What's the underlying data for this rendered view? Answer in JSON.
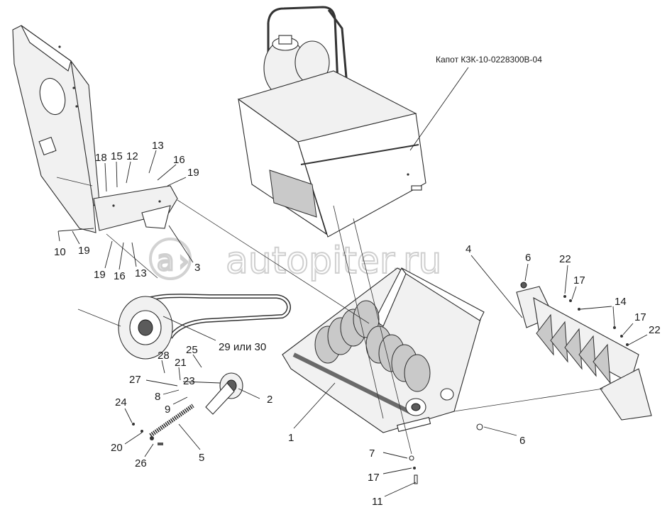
{
  "caption": "Капот КЗК-10-0228300В-04",
  "watermark": "autopiter.ru",
  "labels": [
    {
      "id": "l18",
      "text": "18"
    },
    {
      "id": "l15",
      "text": "15"
    },
    {
      "id": "l12",
      "text": "12"
    },
    {
      "id": "l13a",
      "text": "13"
    },
    {
      "id": "l16a",
      "text": "16"
    },
    {
      "id": "l19a",
      "text": "19"
    },
    {
      "id": "l10",
      "text": "10"
    },
    {
      "id": "l19b",
      "text": "19"
    },
    {
      "id": "l19c",
      "text": "19"
    },
    {
      "id": "l16b",
      "text": "16"
    },
    {
      "id": "l13b",
      "text": "13"
    },
    {
      "id": "l3",
      "text": "3"
    },
    {
      "id": "l4",
      "text": "4"
    },
    {
      "id": "l6a",
      "text": "6"
    },
    {
      "id": "l22a",
      "text": "22"
    },
    {
      "id": "l17a",
      "text": "17"
    },
    {
      "id": "l14",
      "text": "14"
    },
    {
      "id": "l17b",
      "text": "17"
    },
    {
      "id": "l22b",
      "text": "22"
    },
    {
      "id": "l29",
      "text": "29 или 30"
    },
    {
      "id": "l28",
      "text": "28"
    },
    {
      "id": "l25",
      "text": "25"
    },
    {
      "id": "l21",
      "text": "21"
    },
    {
      "id": "l27",
      "text": "27"
    },
    {
      "id": "l23",
      "text": "23"
    },
    {
      "id": "l8",
      "text": "8"
    },
    {
      "id": "l9",
      "text": "9"
    },
    {
      "id": "l2",
      "text": "2"
    },
    {
      "id": "l24",
      "text": "24"
    },
    {
      "id": "l20",
      "text": "20"
    },
    {
      "id": "l26",
      "text": "26"
    },
    {
      "id": "l5",
      "text": "5"
    },
    {
      "id": "l1",
      "text": "1"
    },
    {
      "id": "l6b",
      "text": "6"
    },
    {
      "id": "l7",
      "text": "7"
    },
    {
      "id": "l17c",
      "text": "17"
    },
    {
      "id": "l11",
      "text": "11"
    }
  ]
}
